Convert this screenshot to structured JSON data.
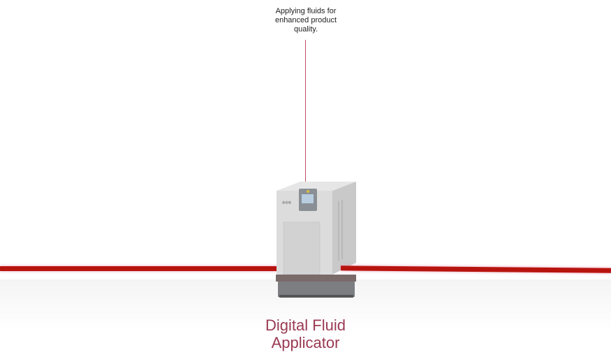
{
  "callout": {
    "text": "Applying fluids for enhanced product quality."
  },
  "product": {
    "title_line1": "Digital Fluid",
    "title_line2": "Applicator"
  },
  "colors": {
    "accent": "#9a3a52",
    "leader_line": "#c0506a",
    "belt": "#b8140e"
  }
}
